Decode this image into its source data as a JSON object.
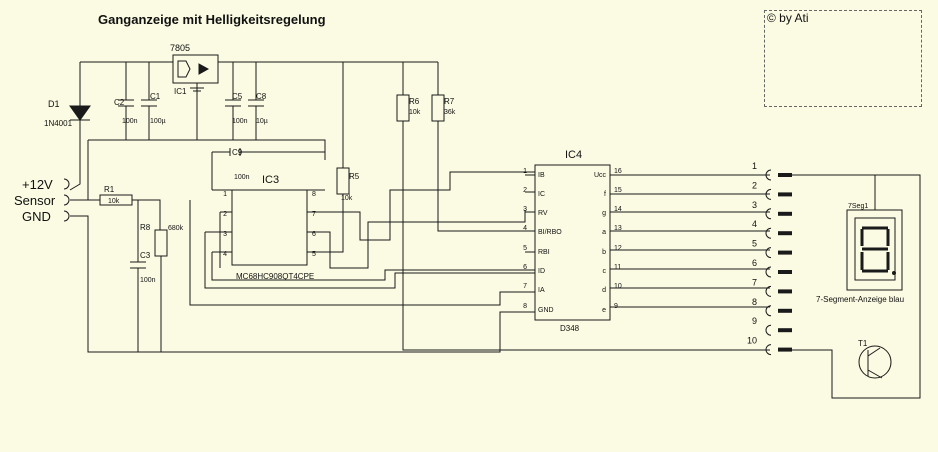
{
  "title": "Ganganzeige mit Helligkeitsregelung",
  "credit": "© by Ati",
  "components": {
    "ic1": {
      "name": "IC1",
      "type": "7805"
    },
    "d1": {
      "name": "D1",
      "value": "1N4001"
    },
    "c1": {
      "name": "C1",
      "value": "100µ"
    },
    "c2": {
      "name": "C2",
      "value": "100n"
    },
    "c3": {
      "name": "C3",
      "value": "100n"
    },
    "c5": {
      "name": "C5",
      "value": "100n"
    },
    "c8": {
      "name": "C8",
      "value": "10µ"
    },
    "c9": {
      "name": "C9",
      "value": "100n"
    },
    "r1": {
      "name": "R1",
      "value": "10k"
    },
    "r5": {
      "name": "R5",
      "value": "10k"
    },
    "r6": {
      "name": "R6",
      "value": "10k"
    },
    "r7": {
      "name": "R7",
      "value": "36k"
    },
    "r8": {
      "name": "R8",
      "value": "680k"
    },
    "ic3": {
      "name": "IC3",
      "part": "MC68HC908QT4CPE"
    },
    "ic4": {
      "name": "IC4",
      "part": "D348"
    },
    "t1": {
      "name": "T1"
    },
    "display": {
      "name": "7Seg1",
      "caption": "7-Segment-Anzeige blau",
      "segments": [
        "a",
        "b",
        "c",
        "d",
        "e",
        "f",
        "g"
      ],
      "dp": "dp"
    }
  },
  "inputs": [
    "+12V",
    "Sensor",
    "GND"
  ],
  "ic3_pins": [
    "1",
    "2",
    "3",
    "4",
    "5",
    "6",
    "7",
    "8"
  ],
  "ic4_left_pins": [
    {
      "num": "1",
      "label": "IB"
    },
    {
      "num": "2",
      "label": "IC"
    },
    {
      "num": "3",
      "label": "RV"
    },
    {
      "num": "4",
      "label": "BI/RBO"
    },
    {
      "num": "5",
      "label": "RBI"
    },
    {
      "num": "6",
      "label": "ID"
    },
    {
      "num": "7",
      "label": "IA"
    },
    {
      "num": "8",
      "label": "GND"
    }
  ],
  "ic4_right_pins": [
    {
      "num": "16",
      "label": "Ucc"
    },
    {
      "num": "15",
      "label": "f"
    },
    {
      "num": "14",
      "label": "g"
    },
    {
      "num": "13",
      "label": "a"
    },
    {
      "num": "12",
      "label": "b"
    },
    {
      "num": "11",
      "label": "c"
    },
    {
      "num": "10",
      "label": "d"
    },
    {
      "num": "9",
      "label": "e"
    }
  ],
  "connector_pins": [
    "1",
    "2",
    "3",
    "4",
    "5",
    "6",
    "7",
    "8",
    "9",
    "10"
  ],
  "colors": {
    "background": "#fbfbe3",
    "line": "#1a1a1a"
  }
}
